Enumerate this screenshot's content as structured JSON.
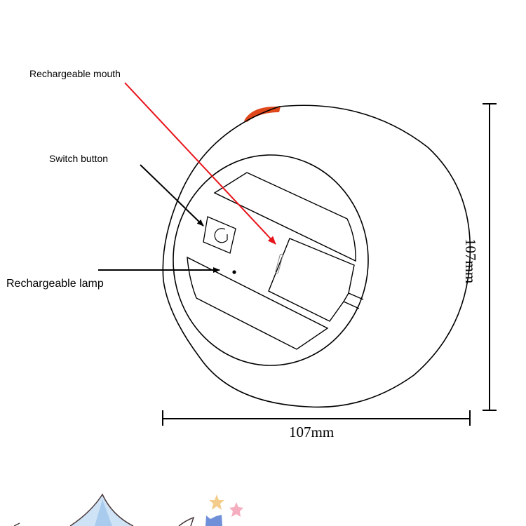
{
  "labels": {
    "mouth": "Rechargeable mouth",
    "switch": "Switch button",
    "lamp": "Rechargeable lamp"
  },
  "dimensions": {
    "height": "107mm",
    "width": "107mm"
  },
  "colors": {
    "pointer_red": "#e8141b",
    "bump_orange": "#e0481c",
    "line": "#000000"
  }
}
